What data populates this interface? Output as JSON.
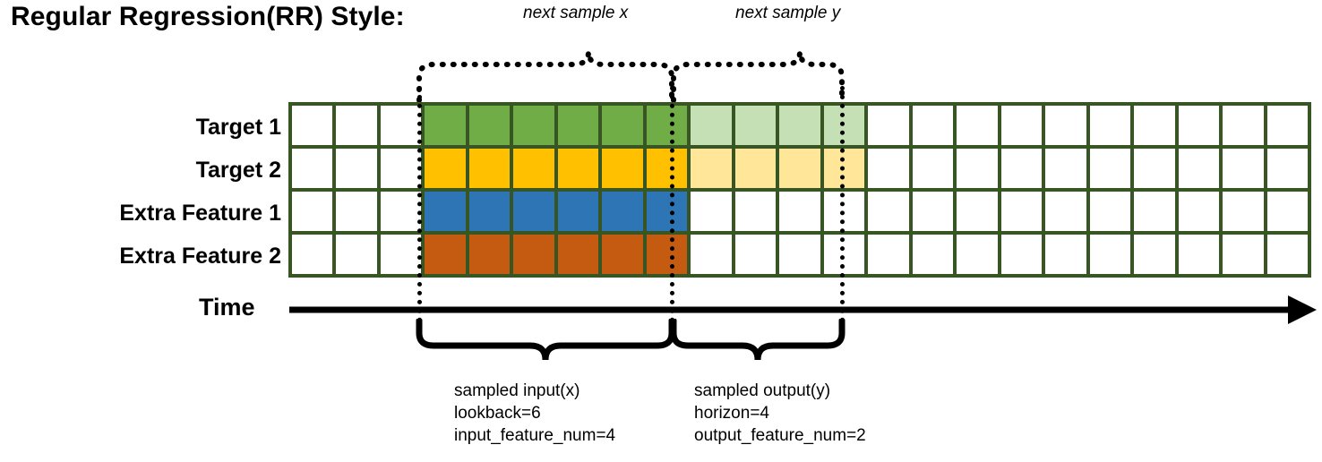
{
  "title": "Regular Regression(RR) Style:",
  "top_labels": {
    "next_sample_x": "next sample x",
    "next_sample_y": "next sample y"
  },
  "row_labels": [
    "Target 1",
    "Target 2",
    "Extra Feature 1",
    "Extra Feature 2"
  ],
  "time_axis": {
    "label": "Time",
    "arrow_icon": "arrow-right-icon"
  },
  "captions": {
    "input": {
      "line1": "sampled input(x)",
      "line2": "lookback=6",
      "line3": "input_feature_num=4"
    },
    "output": {
      "line1": "sampled output(y)",
      "line2": "horizon=4",
      "line3": "output_feature_num=2"
    }
  },
  "colors": {
    "border": "#375623",
    "target1": "#70AD47",
    "target2": "#FFC000",
    "extra1": "#2E75B6",
    "extra2": "#C55A11",
    "target1_light": "#C5E0B4",
    "target2_light": "#FFE699",
    "empty": "#ffffff",
    "guide": "#000000"
  },
  "grid": {
    "columns": 23,
    "rows": 4,
    "lead_empty_columns": 3,
    "input_start_column": 3,
    "lookback": 6,
    "horizon": 4,
    "input_feature_num": 4,
    "output_feature_num": 2,
    "cells": [
      [
        "c-empty",
        "c-empty",
        "c-empty",
        "c-green",
        "c-green",
        "c-green",
        "c-green",
        "c-green",
        "c-green",
        "c-lgreen",
        "c-lgreen",
        "c-lgreen",
        "c-lgreen",
        "c-empty",
        "c-empty",
        "c-empty",
        "c-empty",
        "c-empty",
        "c-empty",
        "c-empty",
        "c-empty",
        "c-empty",
        "c-empty"
      ],
      [
        "c-empty",
        "c-empty",
        "c-empty",
        "c-yellow",
        "c-yellow",
        "c-yellow",
        "c-yellow",
        "c-yellow",
        "c-yellow",
        "c-lyellow",
        "c-lyellow",
        "c-lyellow",
        "c-lyellow",
        "c-empty",
        "c-empty",
        "c-empty",
        "c-empty",
        "c-empty",
        "c-empty",
        "c-empty",
        "c-empty",
        "c-empty",
        "c-empty"
      ],
      [
        "c-empty",
        "c-empty",
        "c-empty",
        "c-blue",
        "c-blue",
        "c-blue",
        "c-blue",
        "c-blue",
        "c-blue",
        "c-empty",
        "c-empty",
        "c-empty",
        "c-empty",
        "c-empty",
        "c-empty",
        "c-empty",
        "c-empty",
        "c-empty",
        "c-empty",
        "c-empty",
        "c-empty",
        "c-empty",
        "c-empty"
      ],
      [
        "c-empty",
        "c-empty",
        "c-empty",
        "c-orange",
        "c-orange",
        "c-orange",
        "c-orange",
        "c-orange",
        "c-orange",
        "c-empty",
        "c-empty",
        "c-empty",
        "c-empty",
        "c-empty",
        "c-empty",
        "c-empty",
        "c-empty",
        "c-empty",
        "c-empty",
        "c-empty",
        "c-empty",
        "c-empty",
        "c-empty"
      ]
    ]
  }
}
